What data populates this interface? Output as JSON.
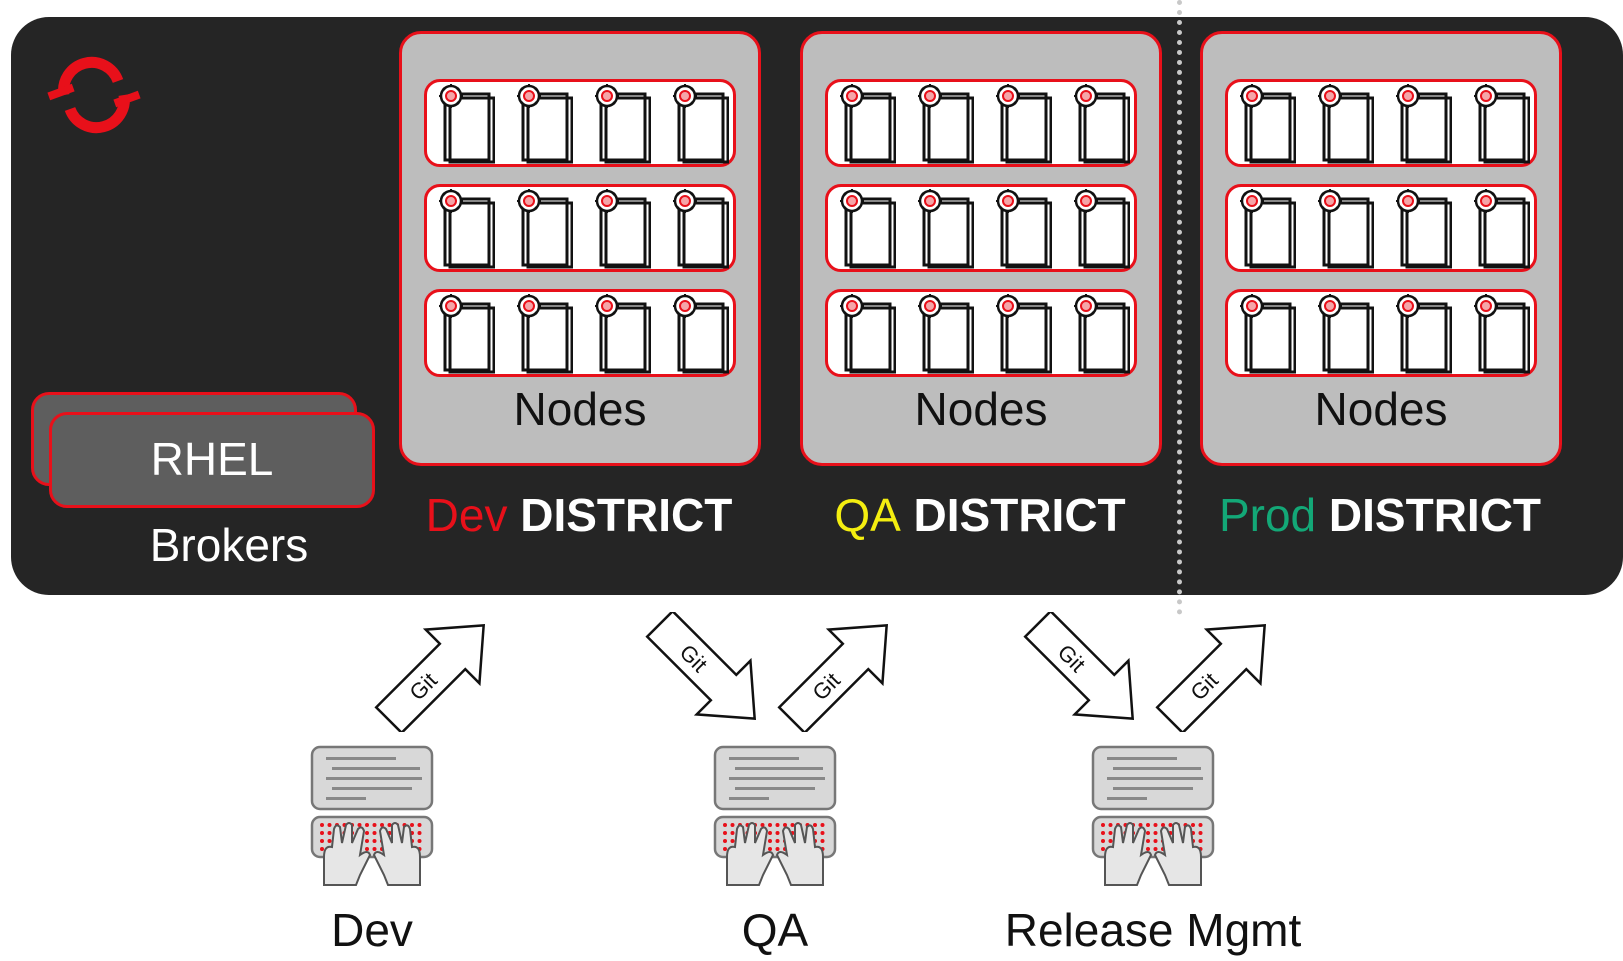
{
  "diagram": {
    "brokers": {
      "box_label": "RHEL",
      "caption": "Brokers"
    },
    "districts": [
      {
        "env": "Dev",
        "env_color": "#e8101a",
        "word": "DISTRICT",
        "nodes_label": "Nodes",
        "rows": 3,
        "nodes_per_row": 4
      },
      {
        "env": "QA",
        "env_color": "#f4ee10",
        "word": "DISTRICT",
        "nodes_label": "Nodes",
        "rows": 3,
        "nodes_per_row": 4
      },
      {
        "env": "Prod",
        "env_color": "#13a877",
        "word": "DISTRICT",
        "nodes_label": "Nodes",
        "rows": 3,
        "nodes_per_row": 4
      }
    ],
    "users": [
      {
        "label": "Dev",
        "arrows": [
          "up"
        ]
      },
      {
        "label": "QA",
        "arrows": [
          "down",
          "up"
        ]
      },
      {
        "label": "Release Mgmt",
        "arrows": [
          "down",
          "up"
        ]
      }
    ],
    "arrow_label": "Git",
    "colors": {
      "panel": "#252525",
      "accent_red": "#e8101a",
      "district_box": "#bdbdbd",
      "node_row": "#ffffff"
    },
    "icons": {
      "logo": "openshift-logo",
      "node": "gear-document-icon",
      "user": "keyboard-hands-icon"
    }
  }
}
